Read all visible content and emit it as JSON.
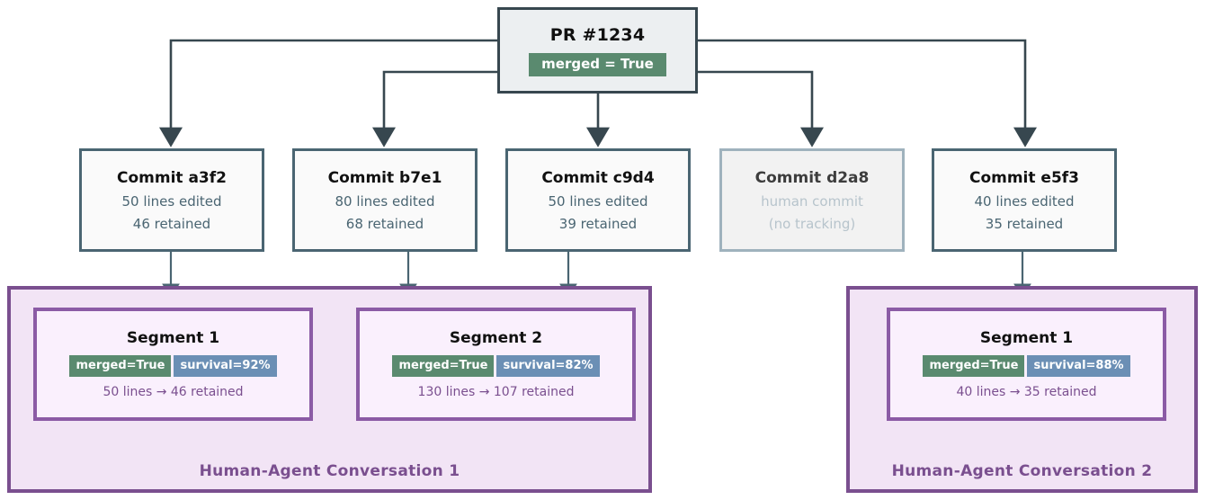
{
  "root": {
    "title": "PR #1234",
    "badge": "merged = True"
  },
  "commits": [
    {
      "title": "Commit a3f2",
      "line1": "50 lines edited",
      "line2": "46 retained",
      "dim": false
    },
    {
      "title": "Commit b7e1",
      "line1": "80 lines edited",
      "line2": "68 retained",
      "dim": false
    },
    {
      "title": "Commit c9d4",
      "line1": "50 lines edited",
      "line2": "39 retained",
      "dim": false
    },
    {
      "title": "Commit d2a8",
      "line1": "human commit",
      "line2": "(no tracking)",
      "dim": true
    },
    {
      "title": "Commit e5f3",
      "line1": "40 lines edited",
      "line2": "35 retained",
      "dim": false
    }
  ],
  "conversations": [
    {
      "label": "Human-Agent Conversation 1",
      "segments": [
        {
          "title": "Segment 1",
          "merged_badge": "merged=True",
          "survival_badge": "survival=92%",
          "footer": "50 lines → 46 retained"
        },
        {
          "title": "Segment 2",
          "merged_badge": "merged=True",
          "survival_badge": "survival=82%",
          "footer": "130 lines → 107 retained"
        }
      ]
    },
    {
      "label": "Human-Agent Conversation 2",
      "segments": [
        {
          "title": "Segment 1",
          "merged_badge": "merged=True",
          "survival_badge": "survival=88%",
          "footer": "40 lines → 35 retained"
        }
      ]
    }
  ],
  "colors": {
    "edge": "#37474f",
    "commit_border": "#4a6572",
    "commit_border_dim": "#9fb2bd",
    "merged_green": "#5a8a6f",
    "survival_blue": "#6b8fb5",
    "conversation_purple": "#7a4f8f",
    "segment_purple": "#8b5ba5",
    "conversation_fill": "#f2e4f5",
    "segment_fill": "#faf0fd"
  }
}
